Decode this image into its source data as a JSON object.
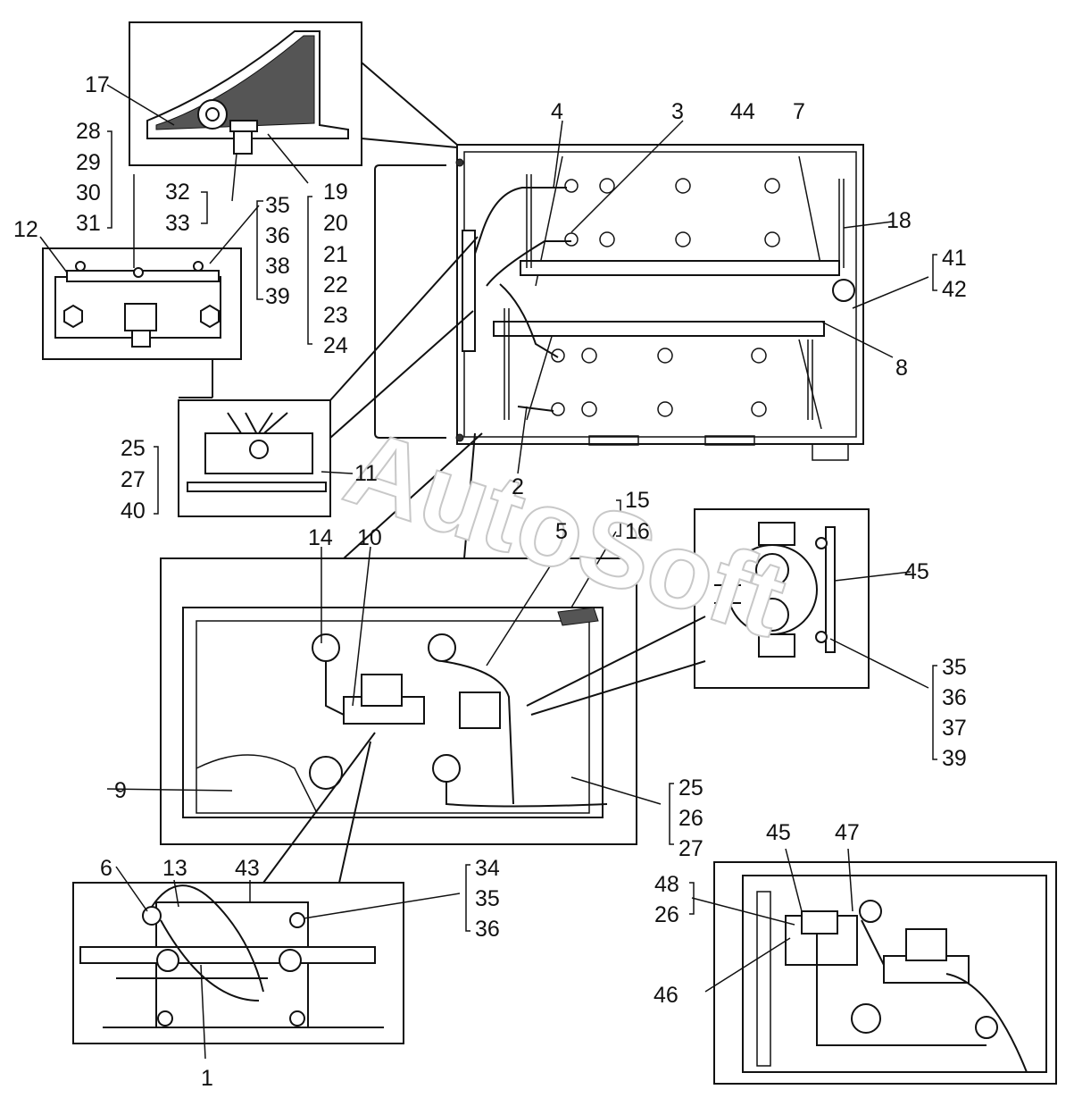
{
  "watermark": "AutoSoft",
  "callouts": {
    "c1": "1",
    "c2": "2",
    "c3": "3",
    "c4": "4",
    "c5": "5",
    "c6": "6",
    "c7": "7",
    "c8": "8",
    "c9": "9",
    "c10": "10",
    "c11": "11",
    "c12": "12",
    "c13": "13",
    "c14": "14",
    "c15": "15",
    "c16": "16",
    "c17": "17",
    "c18": "18",
    "c19": "19",
    "c20": "20",
    "c21": "21",
    "c22": "22",
    "c23": "23",
    "c24": "24",
    "c25a": "25",
    "c27a": "27",
    "c40": "40",
    "c28": "28",
    "c29": "29",
    "c30": "30",
    "c31": "31",
    "c32": "32",
    "c33": "33",
    "c35a": "35",
    "c36a": "36",
    "c38": "38",
    "c39a": "39",
    "c41": "41",
    "c42": "42",
    "c43": "43",
    "c44": "44",
    "c45a": "45",
    "c35b": "35",
    "c36b": "36",
    "c37": "37",
    "c39b": "39",
    "c25b": "25",
    "c26b": "26",
    "c27b": "27",
    "c34": "34",
    "c35c": "35",
    "c36c": "36",
    "c45b": "45",
    "c46": "46",
    "c47": "47",
    "c48": "48",
    "c26c": "26"
  }
}
